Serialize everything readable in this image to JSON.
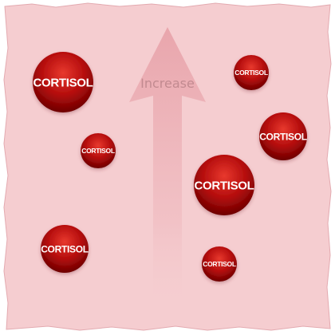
{
  "arrow": {
    "label": "Increase"
  },
  "molecule_label": "CORTISOL",
  "molecules": [
    {
      "id": "cortisol-1",
      "label": "CORTISOL"
    },
    {
      "id": "cortisol-2",
      "label": "CORTISOL"
    },
    {
      "id": "cortisol-3",
      "label": "CORTISOL"
    },
    {
      "id": "cortisol-4",
      "label": "CORTISOL"
    },
    {
      "id": "cortisol-5",
      "label": "CORTISOL"
    },
    {
      "id": "cortisol-6",
      "label": "CORTISOL"
    },
    {
      "id": "cortisol-7",
      "label": "CORTISOL"
    }
  ],
  "colors": {
    "background": "#f5cdd0",
    "background_edge": "#e9b8bd",
    "ball_highlight": "#e8392e",
    "ball_mid": "#b50d0d",
    "ball_dark": "#6e0000",
    "arrow": "#e8a3aa"
  }
}
